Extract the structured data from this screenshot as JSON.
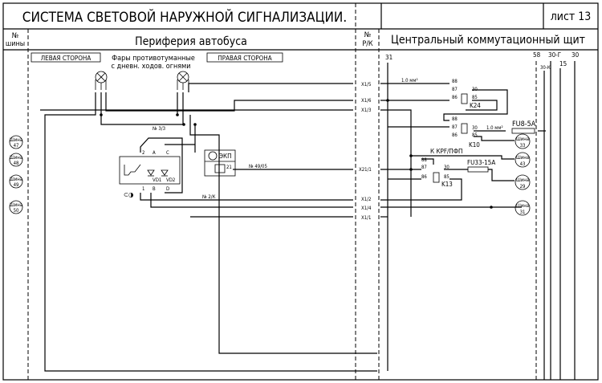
{
  "title": "СИСТЕМА СВЕТОВОЙ НАРУЖНОЙ СИГНАЛИЗАЦИИ.",
  "sheet": "лист 13",
  "header": {
    "bus_no_top": "№",
    "bus_no_bottom": "шины",
    "periphery": "Периферия автобуса",
    "rk_top": "№",
    "rk_bottom": "Р/К",
    "central": "Центральный коммутационный щит"
  },
  "periphery": {
    "left_side": "ЛЕВАЯ СТОРОНА",
    "right_side": "ПРАВАЯ СТОРОНА",
    "lamp_caption_1": "Фары противотуманные",
    "lamp_caption_2": "с дневн. ходов. огнями",
    "wire_33": "№ 3/3",
    "wire_2k": "№ 2/К",
    "wire_4905": "№ 49/05",
    "ekp_label": "ЭКП",
    "ekp_pin": "21",
    "switch_pins": [
      "2",
      "A",
      "C",
      "1",
      "B",
      "D"
    ],
    "diodes": [
      "VD1",
      "VD2"
    ]
  },
  "left_buses": [
    {
      "label": "Шина",
      "number": "47"
    },
    {
      "label": "Шина",
      "number": "48"
    },
    {
      "label": "Шина",
      "number": "49"
    },
    {
      "label": "Шина",
      "number": "50"
    }
  ],
  "connectors": [
    "X1/5",
    "X1/6",
    "X1/3",
    "X21/1",
    "X1/2",
    "X1/4",
    "X1/1"
  ],
  "central": {
    "bus_31": "31",
    "buses": [
      "58",
      "30-К",
      "30-Г",
      "15",
      "30"
    ],
    "wire_section": "1.0 мм²",
    "relays": [
      {
        "name": "K24",
        "pins": [
          "88",
          "87",
          "86",
          "30",
          "85"
        ]
      },
      {
        "name": "K10",
        "pins": [
          "88",
          "87",
          "86",
          "30",
          "85"
        ]
      },
      {
        "name": "K13",
        "pins": [
          "88",
          "87",
          "86",
          "30",
          "85"
        ]
      }
    ],
    "fuses": [
      "FU8-5A",
      "FU33-15A"
    ],
    "kpf_label": "К КРF/ПФП",
    "right_buses": [
      {
        "label": "Шина",
        "number": "33"
      },
      {
        "label": "Шина",
        "number": "43"
      },
      {
        "label": "Шина",
        "number": "29"
      },
      {
        "label": "Шина",
        "number": "31"
      }
    ]
  }
}
